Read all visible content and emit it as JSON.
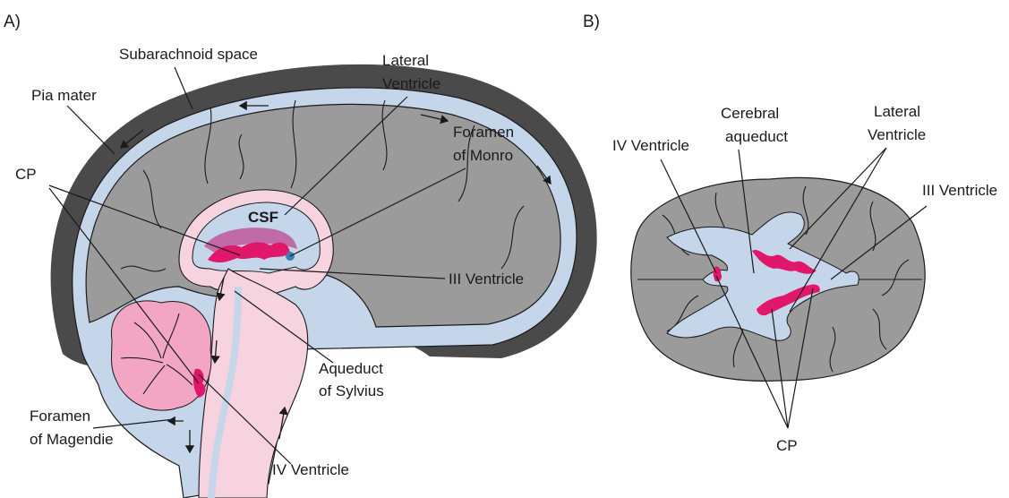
{
  "panels": {
    "a": "A)",
    "b": "B)"
  },
  "panel_a": {
    "subarachnoid_space": "Subarachnoid space",
    "pia_mater": "Pia mater",
    "lateral_ventricle_l1": "Lateral",
    "lateral_ventricle_l2": "Ventricle",
    "foramen_monro_l1": "Foramen",
    "foramen_monro_l2": "of Monro",
    "cp": "CP",
    "csf": "CSF",
    "third_ventricle": "III Ventricle",
    "aqueduct_l1": "Aqueduct",
    "aqueduct_l2": "of Sylvius",
    "foramen_magendie_l1": "Foramen",
    "foramen_magendie_l2": "of Magendie",
    "fourth_ventricle": "IV Ventricle"
  },
  "panel_b": {
    "fourth_ventricle": "IV Ventricle",
    "cerebral_aqueduct_l1": "Cerebral",
    "cerebral_aqueduct_l2": "aqueduct",
    "lateral_ventricle_l1": "Lateral",
    "lateral_ventricle_l2": "Ventricle",
    "third_ventricle": "III Ventricle",
    "cp": "CP"
  },
  "colors": {
    "skull": "#4a4a4a",
    "csf_blue": "#c5d5ea",
    "brain_gray": "#9b9b9b",
    "choroid_plexus": "#e0176b",
    "cerebellum_pink": "#f2a6c4",
    "brainstem_pink": "#f7d3e0"
  }
}
